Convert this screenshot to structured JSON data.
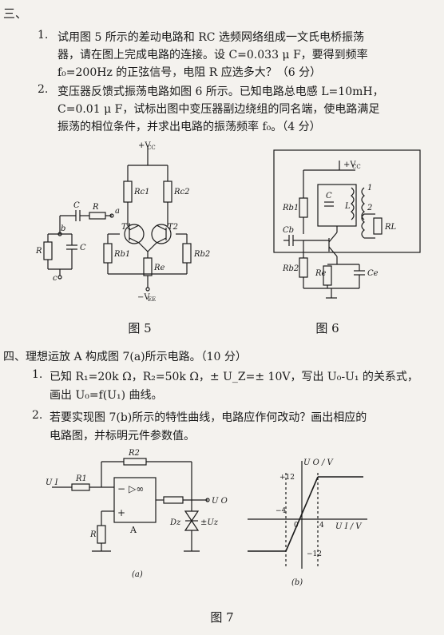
{
  "section3": {
    "heading": "三、",
    "q1": {
      "num": "1.",
      "line1": "试用图 5 所示的差动电路和 RC 选频网络组成一文氏电桥振荡",
      "line2": "器，请在图上完成电路的连接。设 C=0.033 μ F，要得到频率",
      "line3": "f₀=200Hz 的正弦信号，电阻 R 应选多大？（6 分）"
    },
    "q2": {
      "num": "2.",
      "line1": "变压器反馈式振荡电路如图 6 所示。已知电路总电感 L=10mH，",
      "line2": "C=0.01 μ F，试标出图中变压器副边绕组的同名端，使电路满足",
      "line3": "振荡的相位条件，并求出电路的振荡频率 f₀。（4 分）"
    }
  },
  "fig5": {
    "caption": "图 5",
    "labels": {
      "vcc": "+V",
      "vcc_sub": "CC",
      "rc1": "Rc1",
      "rc2": "Rc2",
      "c_top": "C",
      "r_top": "R",
      "a": "a",
      "b": "b",
      "c_node": "c",
      "r_left": "R",
      "c_left": "C",
      "t1": "T1",
      "t2": "T2",
      "rb1": "Rb1",
      "rb2": "Rb2",
      "re": "Re",
      "vee": "−V",
      "vee_sub": "EE"
    }
  },
  "fig6": {
    "caption": "图 6",
    "labels": {
      "vcc": "+V",
      "vcc_sub": "CC",
      "rb1": "Rb1",
      "c": "C",
      "l": "L",
      "n1": "1",
      "n2": "2",
      "rl": "RL",
      "cb": "Cb",
      "rb2": "Rb2",
      "re": "Re",
      "ce": "Ce"
    }
  },
  "section4": {
    "heading": "四、理想运放 A 构成图 7(a)所示电路。（10 分）",
    "q1": {
      "num": "1.",
      "line1": "已知 R₁=20k Ω，R₂=50k Ω，± U_Z=± 10V，写出 U₀-U₁ 的关系式，",
      "line2": "画出 U₀=f(U₁) 曲线。"
    },
    "q2": {
      "num": "2.",
      "line1": "若要实现图 7(b)所示的特性曲线，电路应作何改动？画出相应的",
      "line2": "电路图，并标明元件参数值。"
    }
  },
  "fig7": {
    "caption": "图 7",
    "a": {
      "sub": "(a)",
      "labels": {
        "ui": "U I",
        "r1": "R1",
        "r2": "R2",
        "op": "▷∞",
        "minus": "−",
        "plus": "+",
        "a": "A",
        "r": "R",
        "uo": "U O",
        "dz": "Dz",
        "uz": "±Uz"
      }
    },
    "b": {
      "sub": "(b)",
      "labels": {
        "y_axis": "U O / V",
        "x_axis": "U I / V",
        "p12": "+12",
        "m12": "−12",
        "m4": "−4",
        "p4": "4",
        "zero": "0"
      }
    }
  }
}
